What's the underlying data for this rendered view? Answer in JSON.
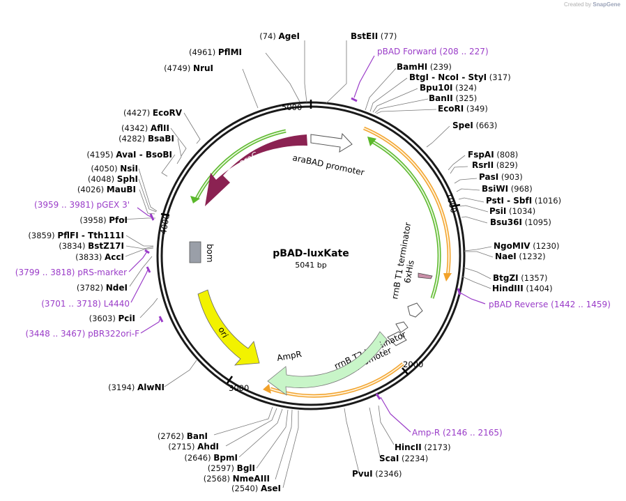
{
  "credit": {
    "prefix": "Created by",
    "brand": "SnapGene"
  },
  "plasmid": {
    "name": "pBAD-luxKate",
    "size_label": "5041 bp"
  },
  "ticks": [
    {
      "label": "5000"
    },
    {
      "label": "1000"
    },
    {
      "label": "2000"
    },
    {
      "label": "3000"
    },
    {
      "label": "4000"
    }
  ],
  "features": {
    "araC": "araC",
    "araBAD": "araBAD promoter",
    "rrnB_T1": "rrnB T1 terminator",
    "his": "6xHis",
    "rrnB_T2": "rrnB T2 terminator",
    "AmpR_prom": "AmpR promoter",
    "AmpR": "AmpR",
    "ori": "ori",
    "bom": "bom"
  },
  "sites": [
    {
      "name": "AgeI",
      "pos": "(74)"
    },
    {
      "name": "BstEII",
      "pos": "(77)"
    },
    {
      "name": "PflMI",
      "pos": "(4961)"
    },
    {
      "name": "NruI",
      "pos": "(4749)"
    },
    {
      "name": "pBAD Forward",
      "pos": "(208 .. 227)",
      "primer": true
    },
    {
      "name": "BamHI",
      "pos": "(239)"
    },
    {
      "name": "BtgI  -  NcoI  -  StyI",
      "pos": "(317)"
    },
    {
      "name": "Bpu10I",
      "pos": "(324)"
    },
    {
      "name": "BanII",
      "pos": "(325)"
    },
    {
      "name": "EcoRI",
      "pos": "(349)"
    },
    {
      "name": "SpeI",
      "pos": "(663)"
    },
    {
      "name": "FspAI",
      "pos": "(808)"
    },
    {
      "name": "RsrII",
      "pos": "(829)"
    },
    {
      "name": "PasI",
      "pos": "(903)"
    },
    {
      "name": "BsiWI",
      "pos": "(968)"
    },
    {
      "name": "PstI  -  SbfI",
      "pos": "(1016)"
    },
    {
      "name": "PsiI",
      "pos": "(1034)"
    },
    {
      "name": "Bsu36I",
      "pos": "(1095)"
    },
    {
      "name": "NgoMIV",
      "pos": "(1230)"
    },
    {
      "name": "NaeI",
      "pos": "(1232)"
    },
    {
      "name": "BtgZI",
      "pos": "(1357)"
    },
    {
      "name": "HindIII",
      "pos": "(1404)"
    },
    {
      "name": "pBAD Reverse",
      "pos": "(1442 .. 1459)",
      "primer": true
    },
    {
      "name": "Amp-R",
      "pos": "(2146 .. 2165)",
      "primer": true
    },
    {
      "name": "HincII",
      "pos": "(2173)"
    },
    {
      "name": "ScaI",
      "pos": "(2234)"
    },
    {
      "name": "PvuI",
      "pos": "(2346)"
    },
    {
      "name": "BanI",
      "pos": "(2762)"
    },
    {
      "name": "AhdI",
      "pos": "(2715)"
    },
    {
      "name": "BpmI",
      "pos": "(2646)"
    },
    {
      "name": "BglI",
      "pos": "(2597)"
    },
    {
      "name": "NmeAIII",
      "pos": "(2568)"
    },
    {
      "name": "AseI",
      "pos": "(2540)"
    },
    {
      "name": "AlwNI",
      "pos": "(3194)"
    },
    {
      "name": "pBR322ori-F",
      "pos": "(3448 .. 3467)",
      "primer": true
    },
    {
      "name": "PciI",
      "pos": "(3603)"
    },
    {
      "name": "L4440",
      "pos": "(3701 .. 3718)",
      "primer": true
    },
    {
      "name": "NdeI",
      "pos": "(3782)"
    },
    {
      "name": "pRS-marker",
      "pos": "(3799 .. 3818)",
      "primer": true
    },
    {
      "name": "AccI",
      "pos": "(3833)"
    },
    {
      "name": "BstZ17I",
      "pos": "(3834)"
    },
    {
      "name": "PflFI  -  Tth111I",
      "pos": "(3859)"
    },
    {
      "name": "PfoI",
      "pos": "(3958)"
    },
    {
      "name": "pGEX 3'",
      "pos": "(3959 .. 3981)",
      "primer": true
    },
    {
      "name": "MauBI",
      "pos": "(4026)"
    },
    {
      "name": "SphI",
      "pos": "(4048)"
    },
    {
      "name": "NsiI",
      "pos": "(4050)"
    },
    {
      "name": "AvaI  -  BsoBI",
      "pos": "(4195)"
    },
    {
      "name": "BsaBI",
      "pos": "(4282)"
    },
    {
      "name": "AflII",
      "pos": "(4342)"
    },
    {
      "name": "EcoRV",
      "pos": "(4427)"
    }
  ],
  "colors": {
    "backbone": "#1a1a1a",
    "araC": "#8b2252",
    "ori": "#f2f200",
    "AmpR": "#c8f5c8",
    "orf_orange": "#f2a22a",
    "orf_green": "#5ab82a",
    "primer": "#9a3cc8",
    "bom": "#9a9fa8",
    "his": "#c98fa8"
  }
}
